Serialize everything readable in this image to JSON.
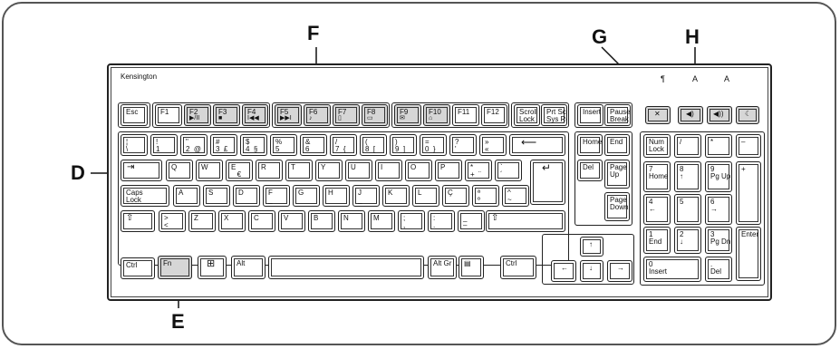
{
  "callouts": {
    "D": "D",
    "E": "E",
    "F": "F",
    "G": "G",
    "H": "H"
  },
  "brand": "Kensington",
  "indicators": [
    "¶",
    "A",
    "A"
  ],
  "keys": {
    "esc": "Esc",
    "f1": "F1",
    "f2": "F2",
    "f2s": "▶/II",
    "f3": "F3",
    "f3s": "■",
    "f4": "F4",
    "f4s": "I◀◀",
    "f5": "F5",
    "f5s": "▶▶I",
    "f6": "F6",
    "f6s": "♪",
    "f7": "F7",
    "f7s": "▯",
    "f8": "F8",
    "f8s": "▭",
    "f9": "F9",
    "f9s": "✉",
    "f10": "F10",
    "f10s": "⌂",
    "f11": "F11",
    "f12": "F12",
    "scroll": "Scroll\nLock",
    "prtsc": "Prt Sc\nSys Rq",
    "insert": "Insert",
    "pause": "Pause\nBreak",
    "home": "Home",
    "end": "End",
    "del": "Del",
    "pgup": "Page\nUp",
    "pgdn": "Page\nDown",
    "numlock": "Num\nLock",
    "slash": "/",
    "star": "*",
    "minus": "–",
    "plus": "+",
    "enter": "Enter",
    "n7": "7\nHome",
    "n8": "8\n↑",
    "n9": "9\nPg Up",
    "n4": "4\n←",
    "n5": "5",
    "n6": "6\n→",
    "n1": "1\nEnd",
    "n2": "2\n↓",
    "n3": "3\nPg Dn",
    "n0": "0\nInsert",
    "ndel": ".\nDel",
    "caps": "Caps\nLock",
    "ctrl": "Ctrl",
    "fn": "Fn",
    "alt": "Alt",
    "altgr": "Alt Gr",
    "r1": [
      "¦\n\\",
      "!\n1",
      "\"\n2  @",
      "#\n3  £",
      "$\n4  §",
      "%\n5",
      "&\n6",
      "/\n7  {",
      "(\n8  [",
      ")\n9  ]",
      "=\n0  }",
      "?\n'",
      "»\n«"
    ],
    "r2": [
      "Q",
      "W",
      "E\n   €",
      "R",
      "T",
      "Y",
      "U",
      "I",
      "O",
      "P",
      "*\n+  ¨",
      "`\n´"
    ],
    "r3": [
      "A",
      "S",
      "D",
      "F\n_",
      "G",
      "H",
      "J\n_",
      "K",
      "L",
      "Ç",
      "ª\nº",
      "^\n~"
    ],
    "r4": [
      ">\n<",
      "Z",
      "X",
      "C",
      "V",
      "B",
      "N",
      "M",
      ";\n,",
      ":\n.",
      "_\n–"
    ]
  }
}
